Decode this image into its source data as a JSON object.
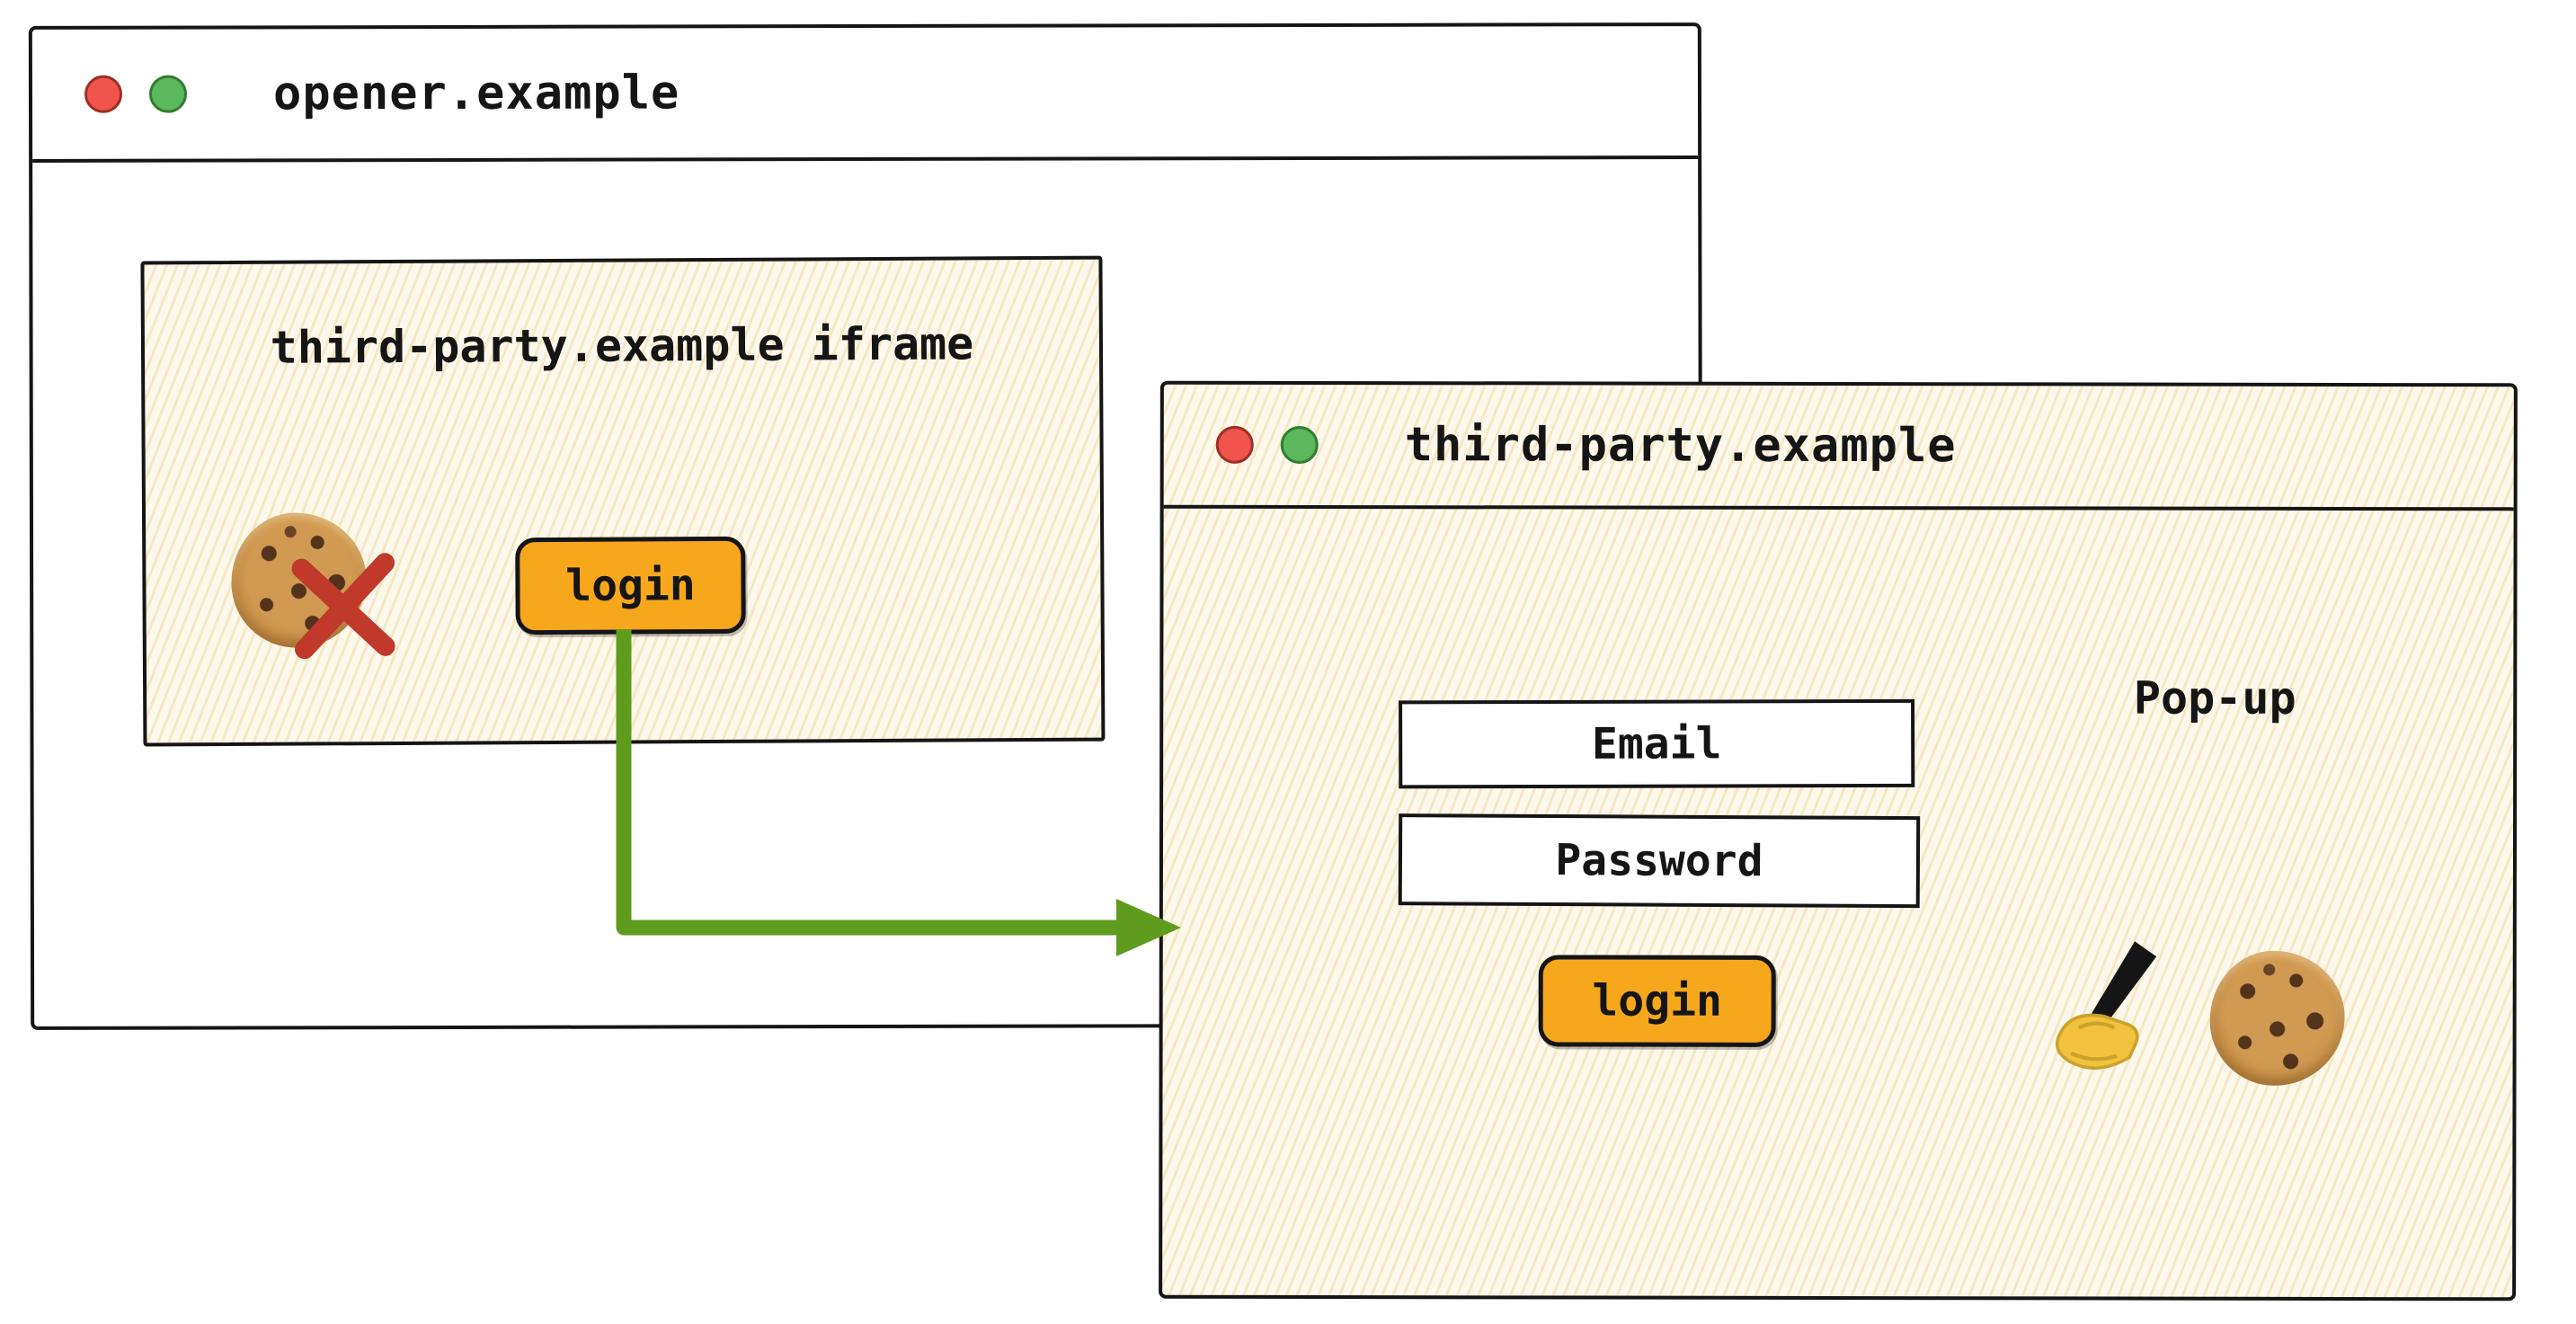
{
  "colors": {
    "ink": "#151515",
    "accent_orange": "#f6a71c",
    "arrow_green": "#5f9c1d",
    "cross_red": "#c0392b",
    "traffic_red": "#f0544c",
    "traffic_green": "#5cb85c",
    "panel_cream": "#fcf8ec"
  },
  "opener_window": {
    "title": "opener.example",
    "iframe": {
      "title": "third-party.example iframe",
      "login_button": "login",
      "icons": [
        "cookie-icon",
        "blocked-cross-icon"
      ]
    }
  },
  "popup_window": {
    "title": "third-party.example",
    "popup_label": "Pop-up",
    "email_field": "Email",
    "password_field": "Password",
    "login_button": "login",
    "icons": [
      "writing-hand-icon",
      "cookie-icon"
    ]
  }
}
